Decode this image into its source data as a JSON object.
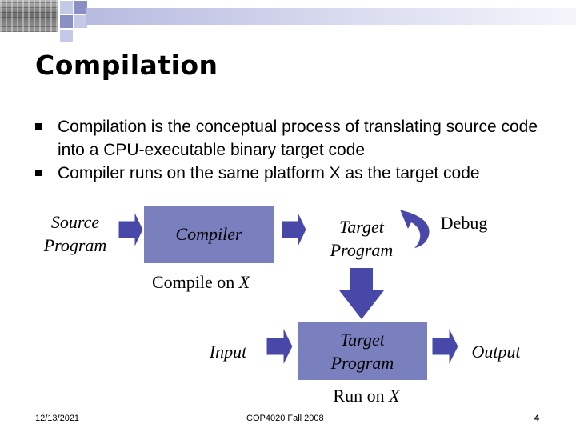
{
  "slide": {
    "title": "Compilation",
    "bullets": [
      "Compilation is the conceptual process of translating source code into a CPU-executable binary target code",
      "Compiler runs on the same platform X as the target code"
    ]
  },
  "diagram": {
    "source_program": "Source Program",
    "compiler": "Compiler",
    "target_program_top": "Target Program",
    "debug": "Debug",
    "compile_on_prefix": "Compile on ",
    "compile_on_x": "X",
    "input": "Input",
    "target_program_run": "Target Program",
    "output": "Output",
    "run_on_prefix": "Run on ",
    "run_on_x": "X"
  },
  "footer": {
    "date": "12/13/2021",
    "course": "COP4020 Fall 2008",
    "page": "4"
  },
  "colors": {
    "box_fill": "#7a7fbe",
    "arrow_fill": "#4848a8",
    "header_accent": "#b7bbe0"
  }
}
